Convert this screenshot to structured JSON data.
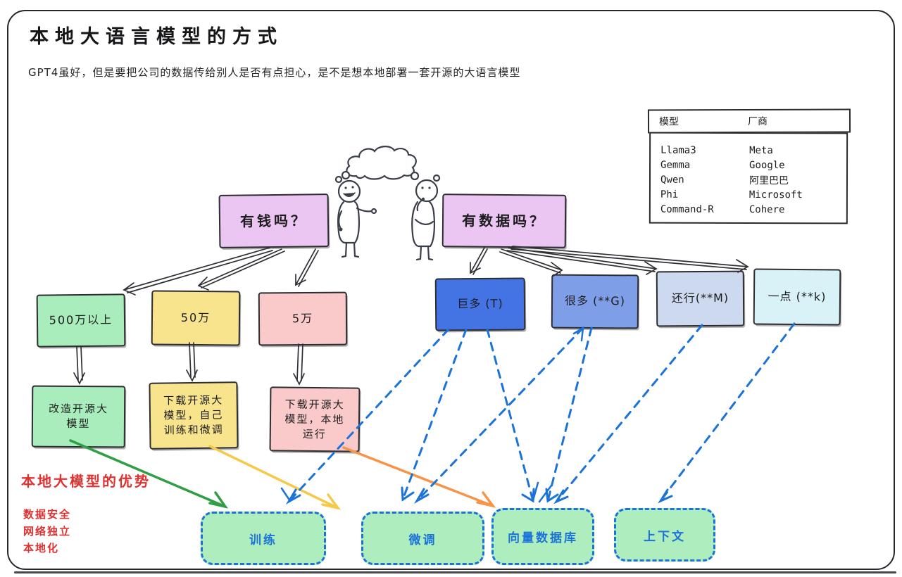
{
  "title": "本地大语言模型的方式",
  "subtitle": "GPT4虽好，但是要把公司的数据传给别人是否有点担心，是不是想本地部署一套开源的大语言模型",
  "model_table": {
    "headers": {
      "model": "模型",
      "vendor": "厂商"
    },
    "rows": [
      {
        "model": "Llama3",
        "vendor": "Meta"
      },
      {
        "model": "Gemma",
        "vendor": "Google"
      },
      {
        "model": "Qwen",
        "vendor": "阿里巴巴"
      },
      {
        "model": "Phi",
        "vendor": "Microsoft"
      },
      {
        "model": "Command-R",
        "vendor": "Cohere"
      }
    ]
  },
  "questions": {
    "money": "有钱吗？",
    "data": "有数据吗？"
  },
  "budget_options": [
    {
      "label": "500万以上"
    },
    {
      "label": "50万"
    },
    {
      "label": "5万"
    }
  ],
  "budget_actions": [
    {
      "lines": [
        "改造开源大",
        "模型"
      ]
    },
    {
      "lines": [
        "下载开源大",
        "模型，自己",
        "训练和微调"
      ]
    },
    {
      "lines": [
        "下载开源大",
        "模型，本地",
        "运行"
      ]
    }
  ],
  "data_options": [
    {
      "label": "巨多 (T)"
    },
    {
      "label": "很多 (**G)"
    },
    {
      "label": "还行(**M)"
    },
    {
      "label": "一点 (**k)"
    }
  ],
  "methods": [
    {
      "label": "训练"
    },
    {
      "label": "微调"
    },
    {
      "label": "向量数据库"
    },
    {
      "label": "上下文"
    }
  ],
  "advantages": {
    "title": "本地大模型的优势",
    "items": [
      "数据安全",
      "网络独立",
      "本地化"
    ]
  },
  "colors": {
    "question_fill": "#ecc6f2",
    "green_fill": "#a9edbc",
    "yellow_fill": "#f9e48e",
    "pink_fill": "#facaca",
    "blue_1": "#4473e3",
    "blue_2": "#7e9fe8",
    "blue_3": "#cdd9ee",
    "blue_4": "#d9f2f7",
    "method_fill": "#aeedbe",
    "dashed_blue": "#1b72d8",
    "arrow_green": "#2f9e44",
    "arrow_yellow": "#f7c948",
    "arrow_orange": "#f79447",
    "advantage_red": "#e03131",
    "ink": "#2f2f35"
  }
}
